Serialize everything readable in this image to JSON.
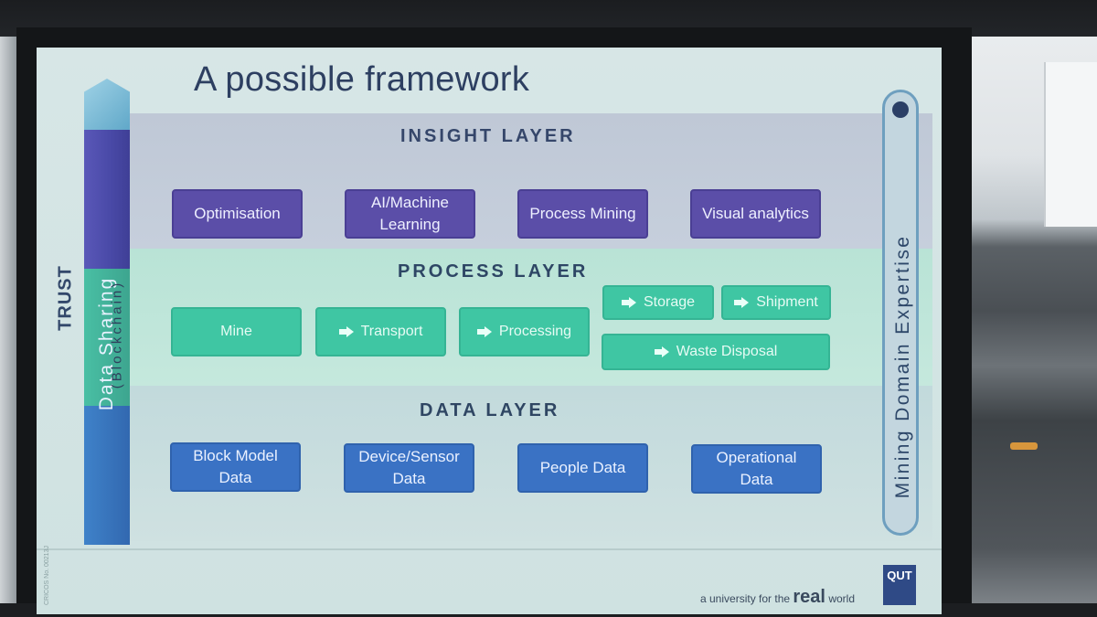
{
  "slide": {
    "title": "A possible framework",
    "insight_layer": {
      "title": "INSIGHT LAYER",
      "items": [
        "Optimisation",
        "AI/Machine Learning",
        "Process Mining",
        "Visual analytics"
      ]
    },
    "process_layer": {
      "title": "PROCESS LAYER",
      "items": [
        "Mine",
        "Transport",
        "Processing",
        "Storage",
        "Shipment",
        "Waste Disposal"
      ]
    },
    "data_layer": {
      "title": "DATA LAYER",
      "items": [
        "Block Model Data",
        "Device/Sensor Data",
        "People Data",
        "Operational Data"
      ]
    },
    "left_pillar": {
      "trust_label": "TRUST",
      "label": "Data Sharing",
      "sublabel": "(Blockchain)"
    },
    "right_pillar": {
      "label": "Mining Domain Expertise"
    },
    "footer": {
      "code": "CRICOS No. 00213J",
      "tagline_prefix": "a university for the",
      "tagline_emphasis": "real",
      "tagline_suffix": "world",
      "logo_text": "QUT"
    }
  },
  "colors": {
    "insight_box": "#5b4ea8",
    "process_box": "#3fc6a3",
    "data_box": "#3a72c4",
    "title_text": "#2d3f61"
  }
}
